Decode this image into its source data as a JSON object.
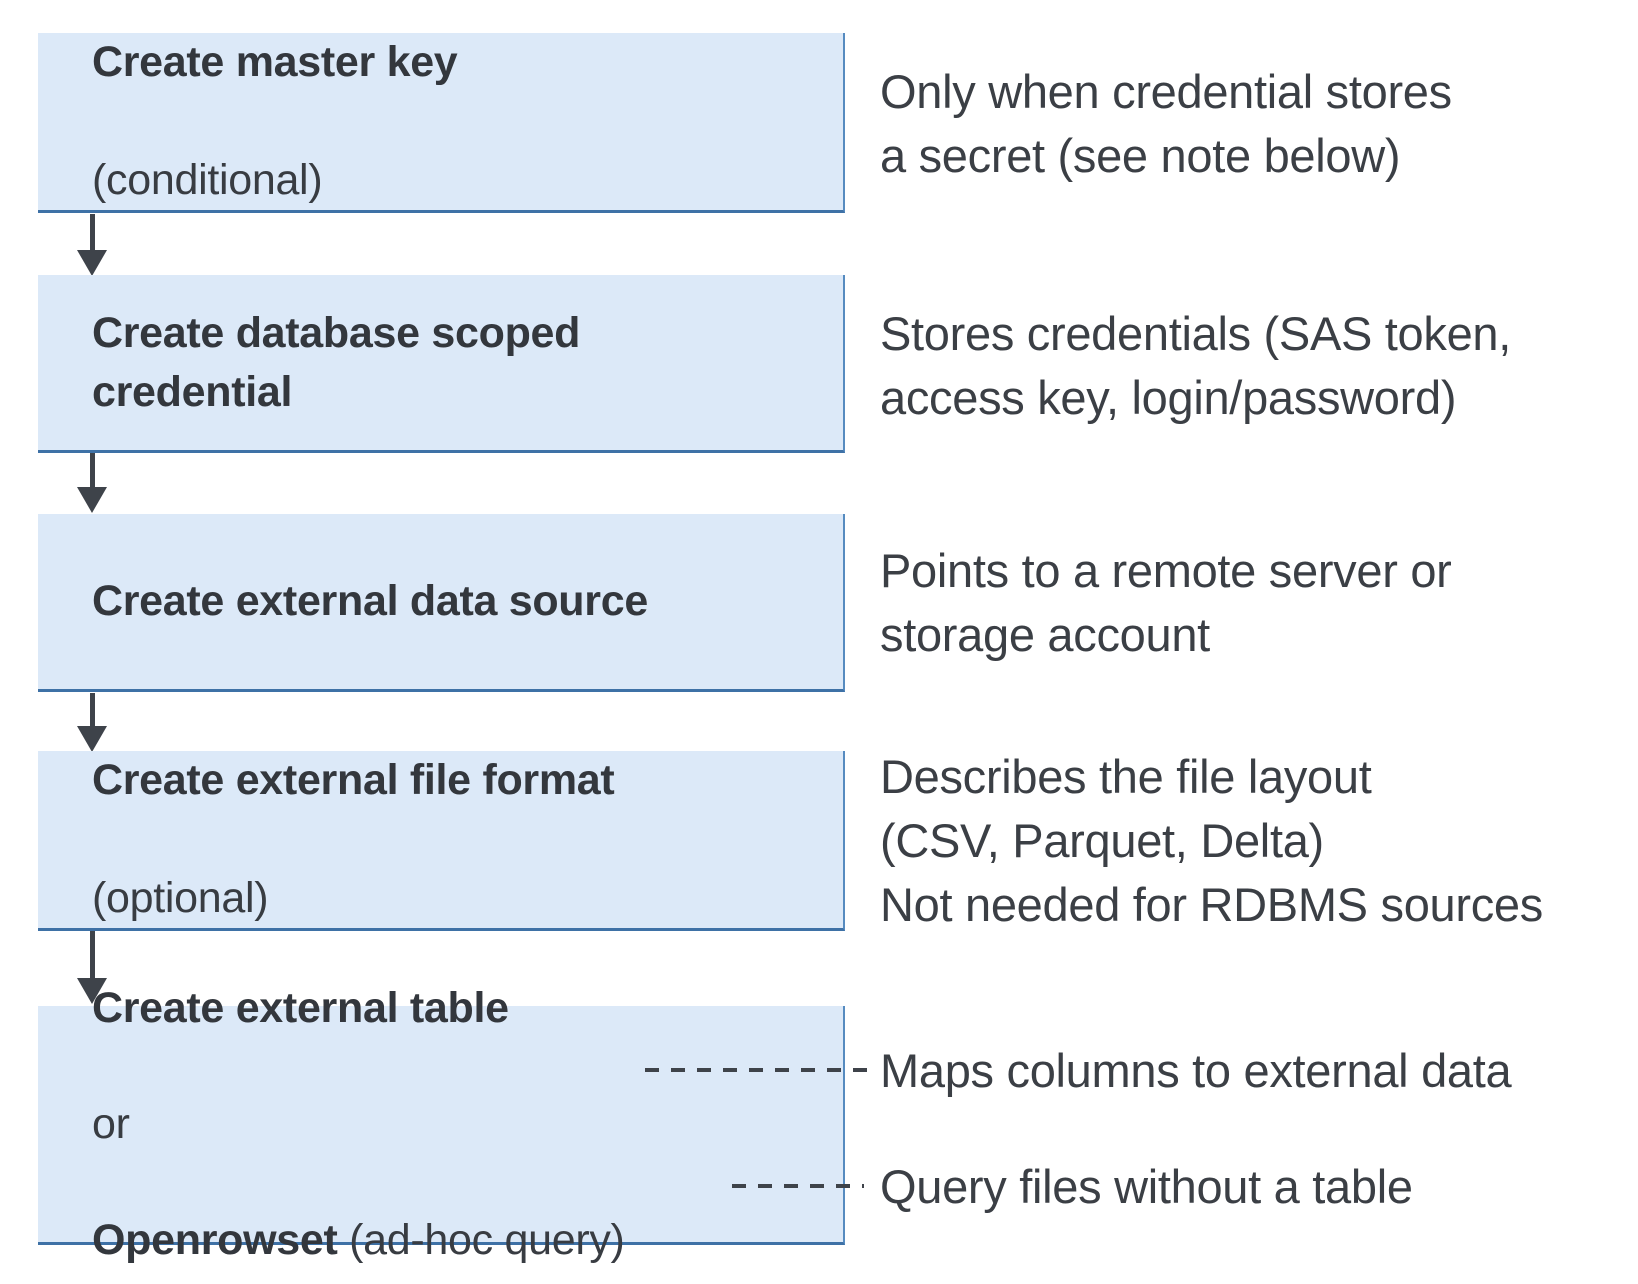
{
  "diagram": {
    "steps": [
      {
        "title": "Create master key",
        "subtitle": "(conditional)",
        "note": "Only when credential stores\na secret (see note below)"
      },
      {
        "title": "Create database scoped\ncredential",
        "note": "Stores credentials (SAS token,\naccess key, login/password)"
      },
      {
        "title": "Create external data source",
        "note": "Points to a remote server or\nstorage account"
      },
      {
        "title": "Create external file format",
        "subtitle": "(optional)",
        "note": "Describes the file layout\n(CSV, Parquet, Delta)\nNot needed for RDBMS sources"
      },
      {
        "title": "Create external table",
        "separator": "or",
        "alt_title": "Openrowset",
        "alt_suffix": " (ad-hoc query)",
        "note_table": "Maps columns to external data",
        "note_openrowset": "Query files without a table"
      }
    ],
    "colors": {
      "box_fill": "#dce9f8",
      "box_border_right": "#568bc0",
      "box_border_bottom": "#3e71a6",
      "arrow": "#3e434a",
      "text_dark": "#33373d",
      "note_text": "#3b3f45"
    }
  }
}
